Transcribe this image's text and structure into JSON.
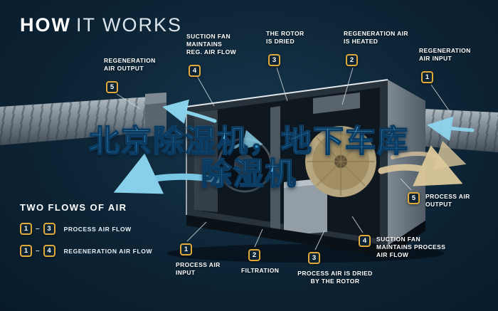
{
  "title": {
    "bold": "HOW",
    "light": "IT WORKS"
  },
  "overlay": {
    "line1": "北京除湿机，地下车库",
    "line2": "除湿机"
  },
  "top_callouts": [
    {
      "num": "5",
      "label": "REGENERATION\nAIR OUTPUT"
    },
    {
      "num": "4",
      "label": "SUCTION FAN\nMAINTAINS\nREG. AIR FLOW"
    },
    {
      "num": "3",
      "label": "THE ROTOR\nIS DRIED"
    },
    {
      "num": "2",
      "label": "REGENERATION AIR\nIS HEATED"
    },
    {
      "num": "1",
      "label": "REGENERATION\nAIR INPUT"
    }
  ],
  "bottom_callouts": [
    {
      "num": "1",
      "label": "PROCESS AIR\nINPUT"
    },
    {
      "num": "2",
      "label": "FILTRATION"
    },
    {
      "num": "3",
      "label": "PROCESS AIR IS DRIED\nBY THE ROTOR"
    },
    {
      "num": "4",
      "label": "SUCTION FAN\nMAINTAINS PROCESS\nAIR FLOW"
    },
    {
      "num": "5",
      "label": "PROCESS AIR\nOUTPUT"
    }
  ],
  "legend": {
    "heading": "TWO FLOWS OF AIR",
    "dash": "–",
    "rows": [
      {
        "from": "1",
        "to": "3",
        "label": "PROCESS AIR FLOW"
      },
      {
        "from": "1",
        "to": "4",
        "label": "REGENERATION AIR FLOW"
      }
    ]
  },
  "colors": {
    "background": "#0d2536",
    "badge_border": "#dfa93c",
    "accent_cyan": "#7fd0ee",
    "accent_tan": "#d8c49a",
    "overlay_blue_top": "#7dd2f5",
    "overlay_blue_bottom": "#1168ab"
  }
}
